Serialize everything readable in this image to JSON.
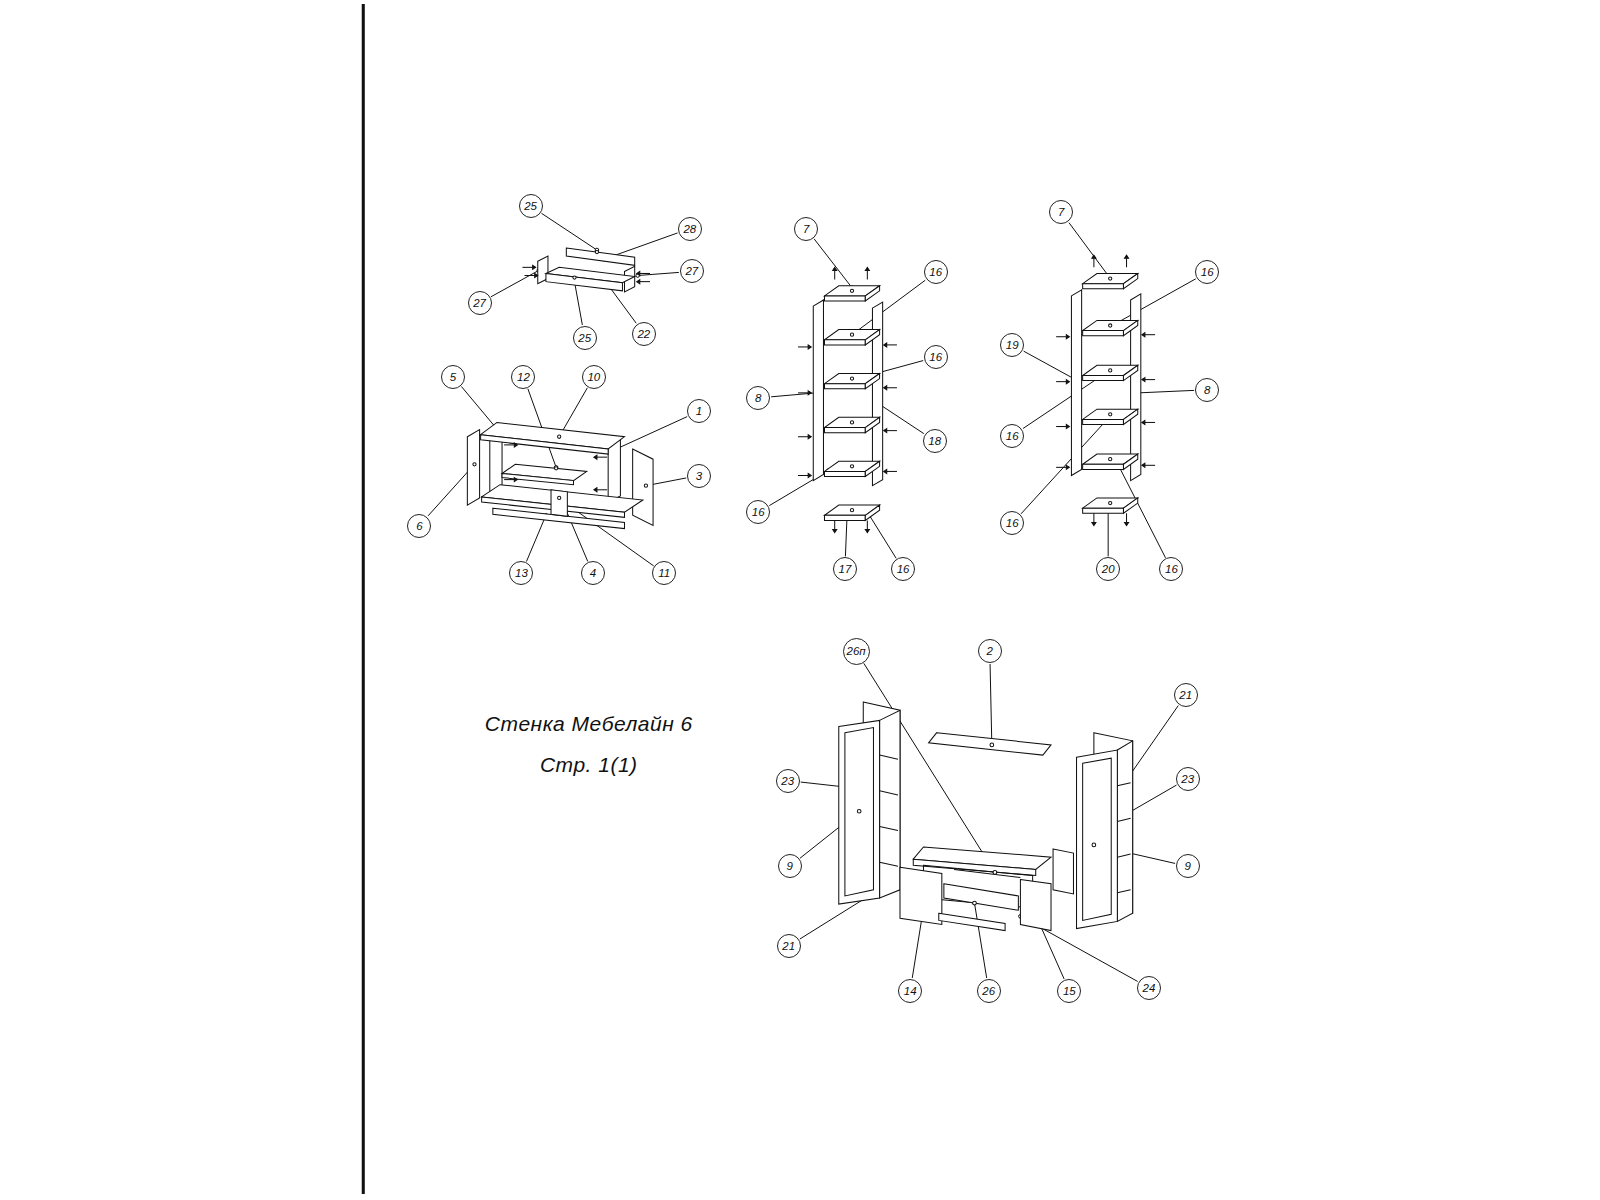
{
  "diagram": {
    "title": "Стенка Мебелайн 6",
    "labels": [
      "Стр. 1(1)",
      "25",
      "28",
      "27",
      "27",
      "25",
      "22",
      "5",
      "12",
      "10",
      "1",
      "3",
      "6",
      "13",
      "4",
      "11",
      "7",
      "16",
      "16",
      "8",
      "18",
      "16",
      "17",
      "16",
      "7",
      "16",
      "19",
      "8",
      "16",
      "16",
      "20",
      "16",
      "26п",
      "2",
      "21",
      "23",
      "23",
      "9",
      "9",
      "21",
      "14",
      "26",
      "15",
      "24"
    ]
  }
}
